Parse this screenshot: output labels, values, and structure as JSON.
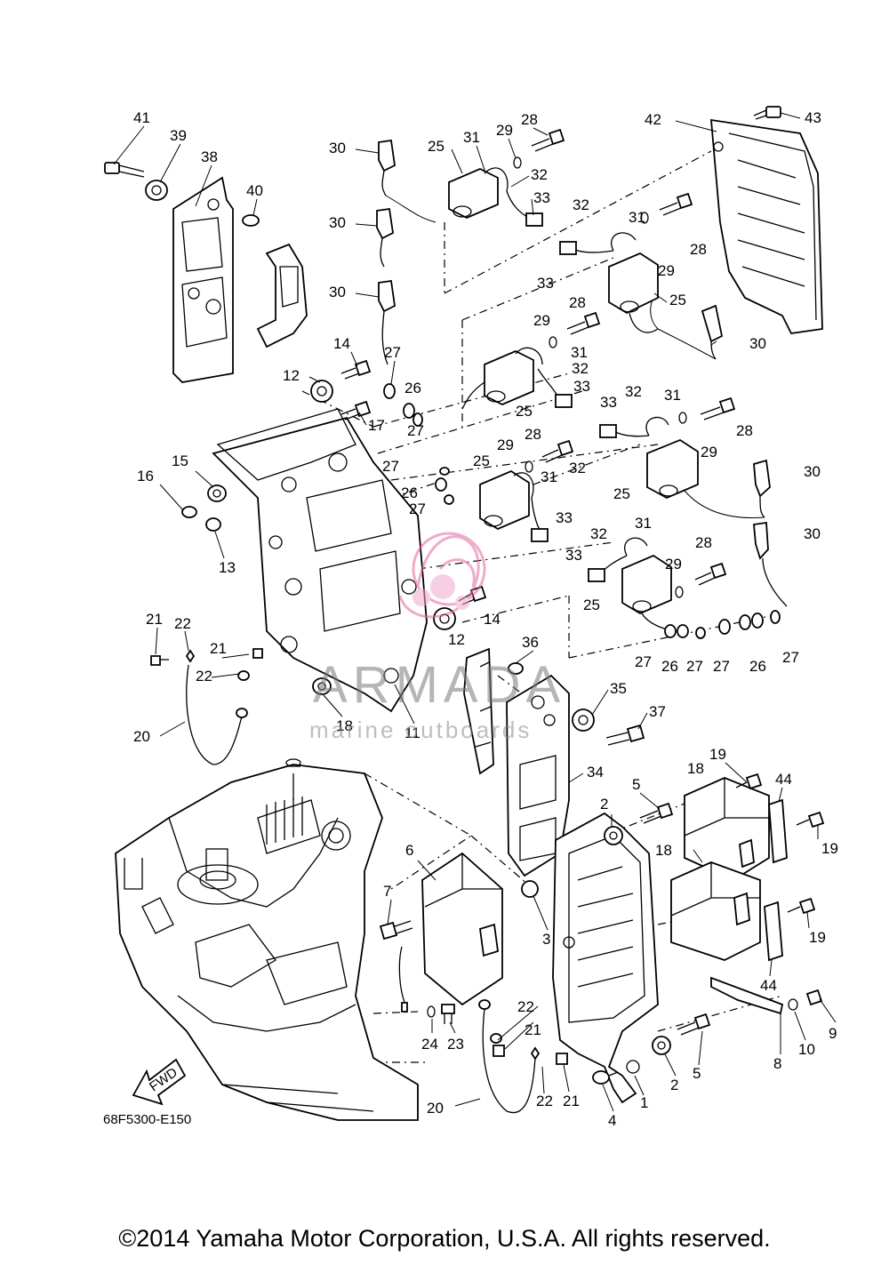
{
  "diagram": {
    "code": "68F5300-E150",
    "fwd_label": "FWD",
    "watermark": {
      "brand": "ARMADA",
      "tagline": "marine outboards"
    },
    "callouts": [
      "1",
      "2",
      "3",
      "4",
      "5",
      "6",
      "7",
      "8",
      "9",
      "10",
      "11",
      "12",
      "13",
      "14",
      "15",
      "16",
      "17",
      "18",
      "19",
      "20",
      "21",
      "22",
      "23",
      "24",
      "25",
      "26",
      "27",
      "28",
      "29",
      "30",
      "31",
      "32",
      "33",
      "34",
      "35",
      "36",
      "37",
      "38",
      "39",
      "40",
      "41",
      "42",
      "43",
      "44"
    ]
  },
  "footer": {
    "copyright": "©2014 Yamaha Motor Corporation, U.S.A. All rights reserved."
  }
}
